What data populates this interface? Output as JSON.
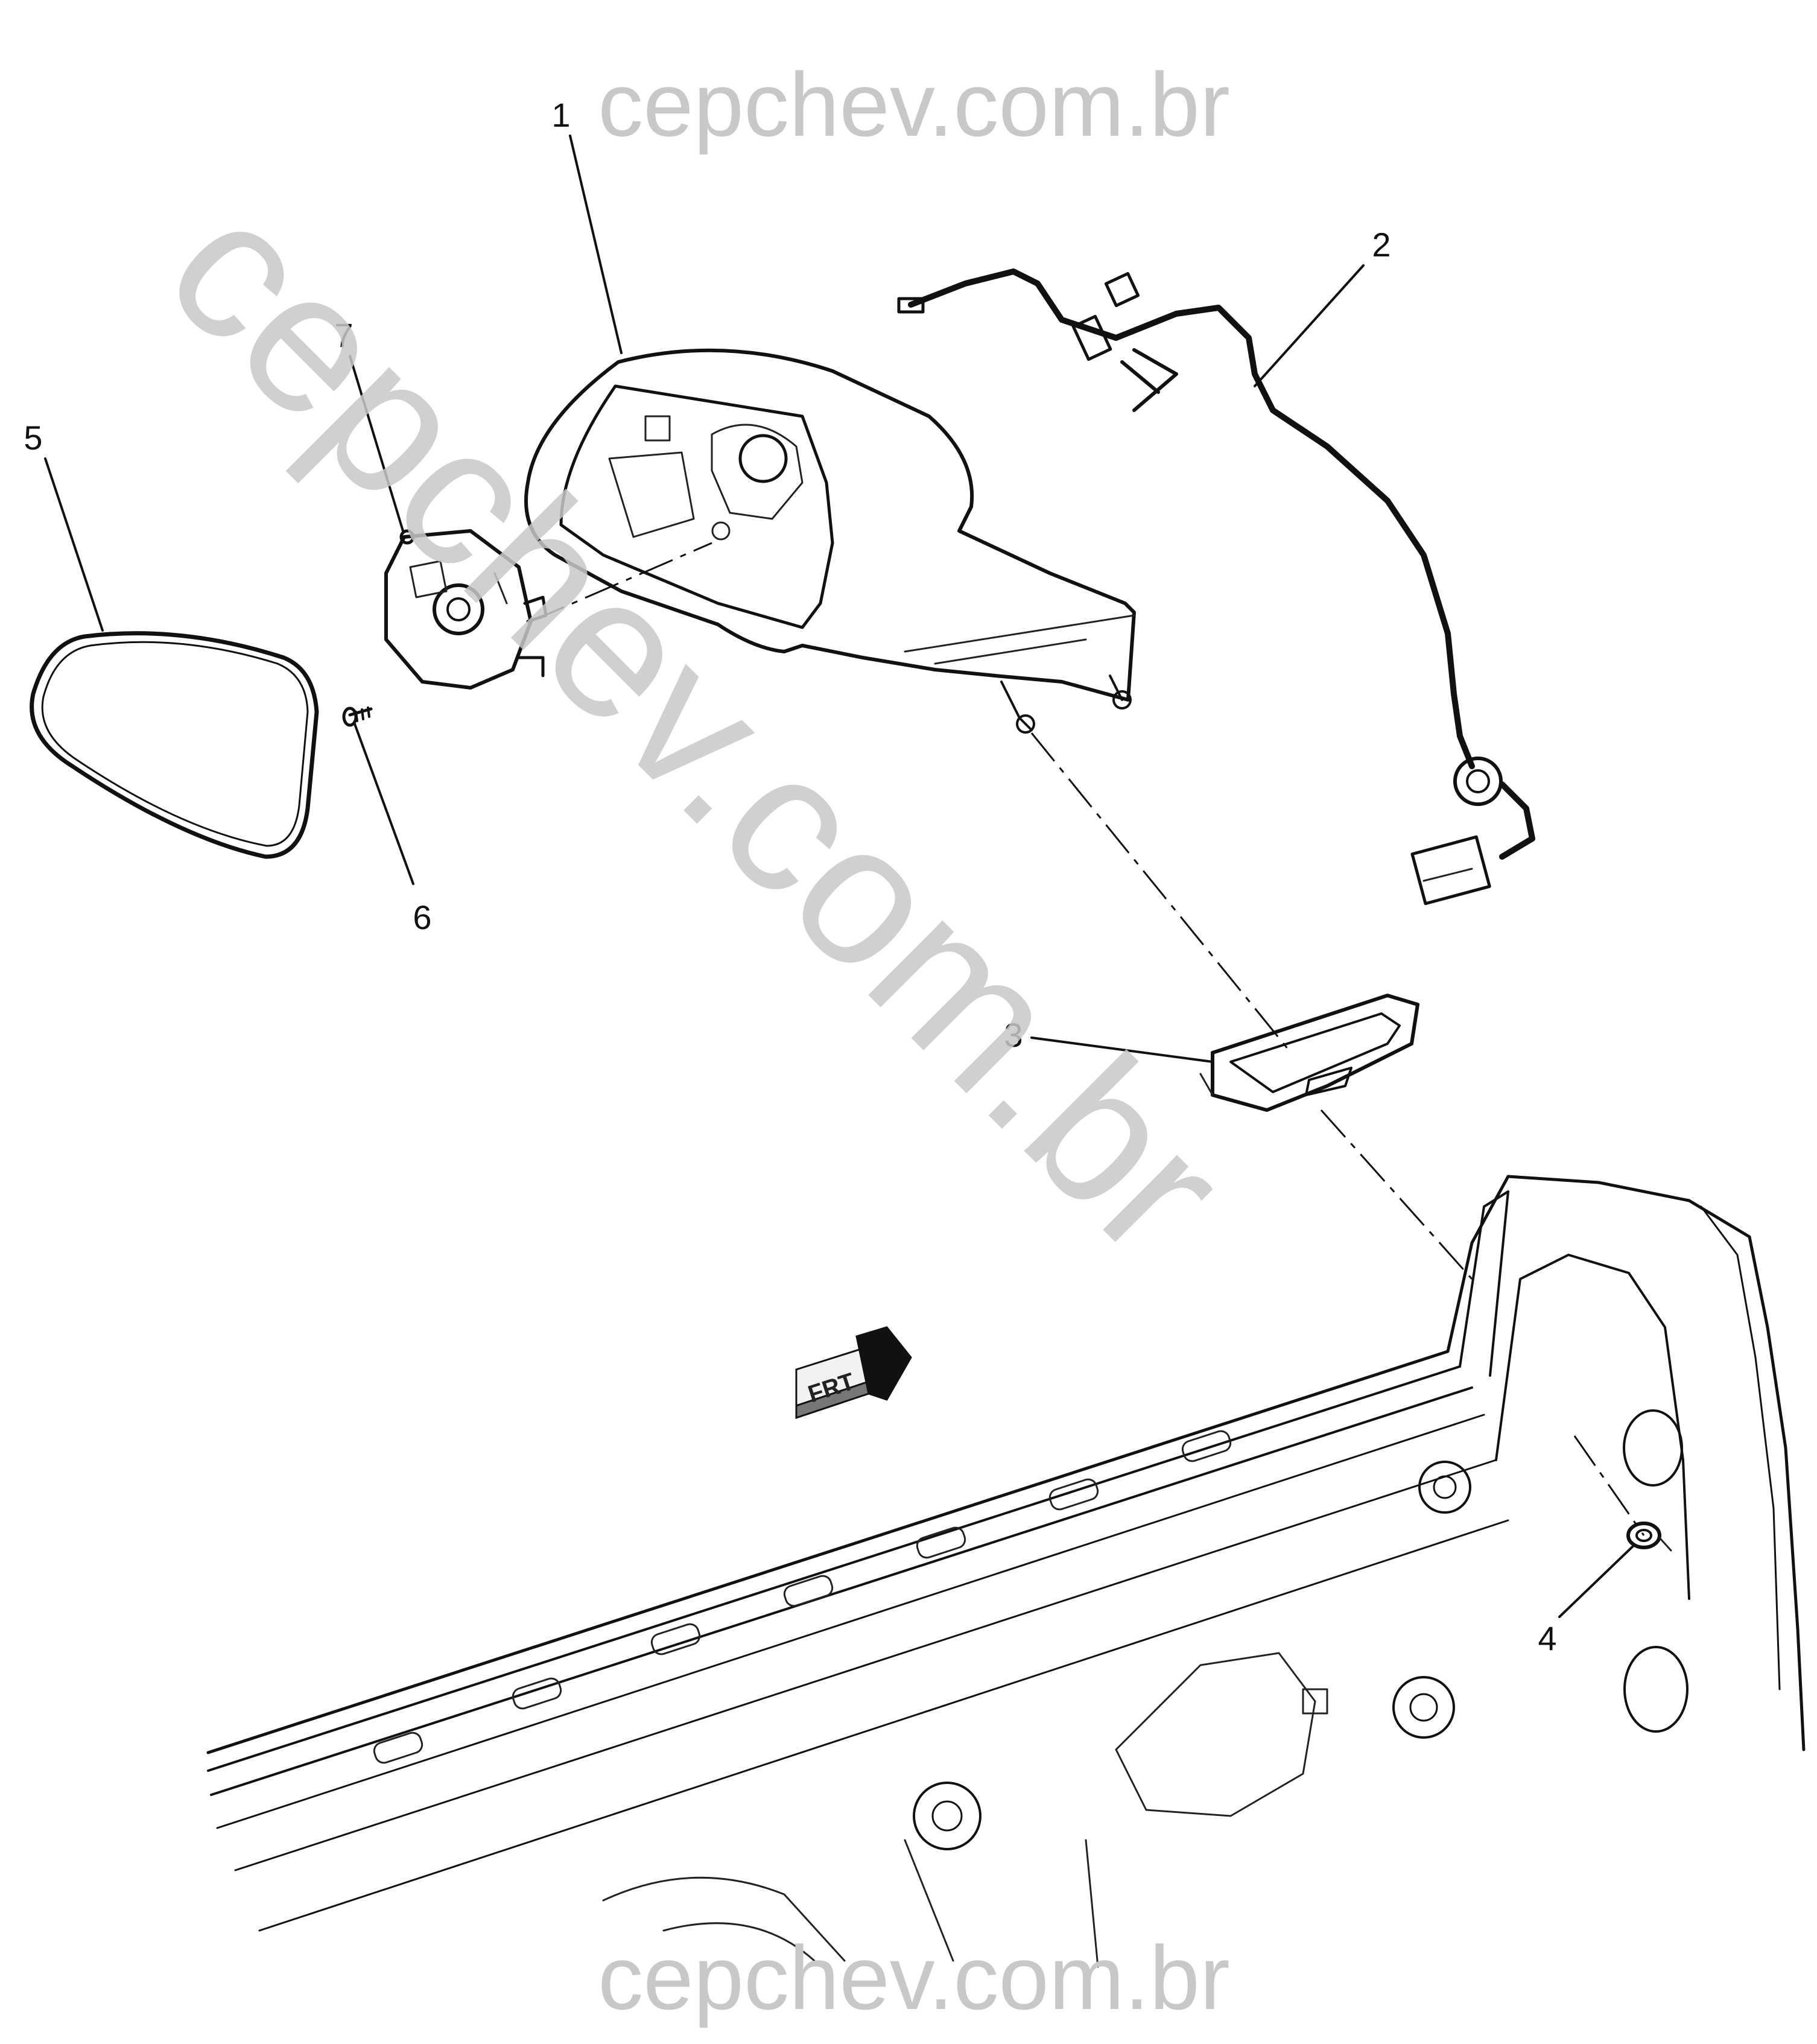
{
  "watermarks": {
    "top": "cepchev.com.br",
    "bottom": "cepchev.com.br",
    "diagonal": "cepchev.com.br"
  },
  "callouts": {
    "c1": "1",
    "c2": "2",
    "c3": "3",
    "c4": "4",
    "c5": "5",
    "c6": "6",
    "c7": "7"
  },
  "frt_label": "FRT",
  "colors": {
    "line": "#111111",
    "watermark": "#c8c8c8",
    "background": "#ffffff"
  }
}
